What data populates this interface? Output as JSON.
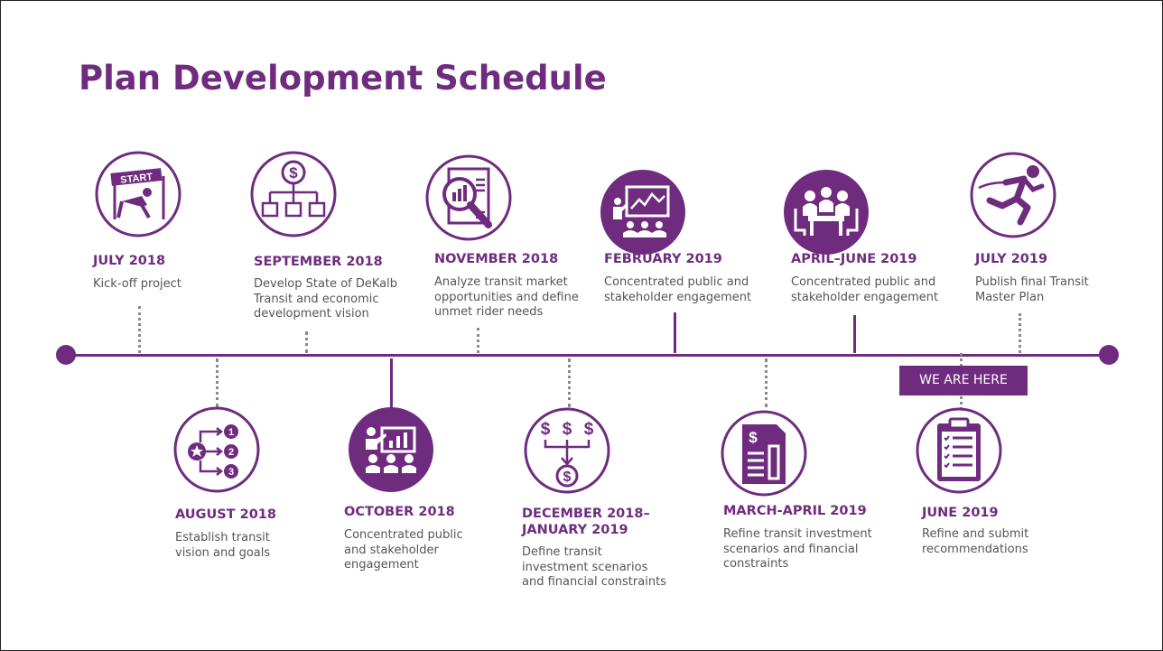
{
  "title": "Plan Development Schedule",
  "we_are_here": "WE ARE HERE",
  "milestones": [
    {
      "date": "JULY 2018",
      "desc": [
        "Kick-off project"
      ],
      "icon": "start-line-icon"
    },
    {
      "date": "AUGUST 2018",
      "desc": [
        "Establish transit",
        "vision and goals"
      ],
      "icon": "goals-steps-icon"
    },
    {
      "date": "SEPTEMBER 2018",
      "desc": [
        "Develop State of DeKalb",
        "Transit and economic",
        "development vision"
      ],
      "icon": "dollar-org-chart-icon"
    },
    {
      "date": "OCTOBER 2018",
      "desc": [
        "Concentrated public",
        "and stakeholder",
        "engagement"
      ],
      "icon": "presentation-audience-icon"
    },
    {
      "date": "NOVEMBER 2018",
      "desc": [
        "Analyze transit market",
        "opportunities and define",
        "unmet rider needs"
      ],
      "icon": "magnifier-report-icon"
    },
    {
      "date": [
        "DECEMBER 2018–",
        "JANUARY 2019"
      ],
      "desc": [
        "Define transit",
        "investment scenarios",
        "and financial constraints"
      ],
      "icon": "dollar-scenarios-icon"
    },
    {
      "date": "FEBRUARY 2019",
      "desc": [
        "Concentrated public and",
        "stakeholder engagement"
      ],
      "icon": "chart-presentation-icon"
    },
    {
      "date": "MARCH-APRIL 2019",
      "desc": [
        "Refine transit investment",
        "scenarios and financial",
        "constraints"
      ],
      "icon": "financial-document-icon"
    },
    {
      "date": "APRIL–JUNE 2019",
      "desc": [
        "Concentrated public and",
        "stakeholder engagement"
      ],
      "icon": "meeting-table-icon"
    },
    {
      "date": "JUNE 2019",
      "desc": [
        "Refine and submit",
        "recommendations"
      ],
      "icon": "clipboard-checklist-icon"
    },
    {
      "date": "JULY 2019",
      "desc": [
        "Publish final Transit",
        "Master Plan"
      ],
      "icon": "finish-line-runner-icon"
    }
  ],
  "colors": {
    "accent": "#6f2c7f",
    "connector_dotted": "#8a8a8a",
    "description_text": "#555555"
  }
}
